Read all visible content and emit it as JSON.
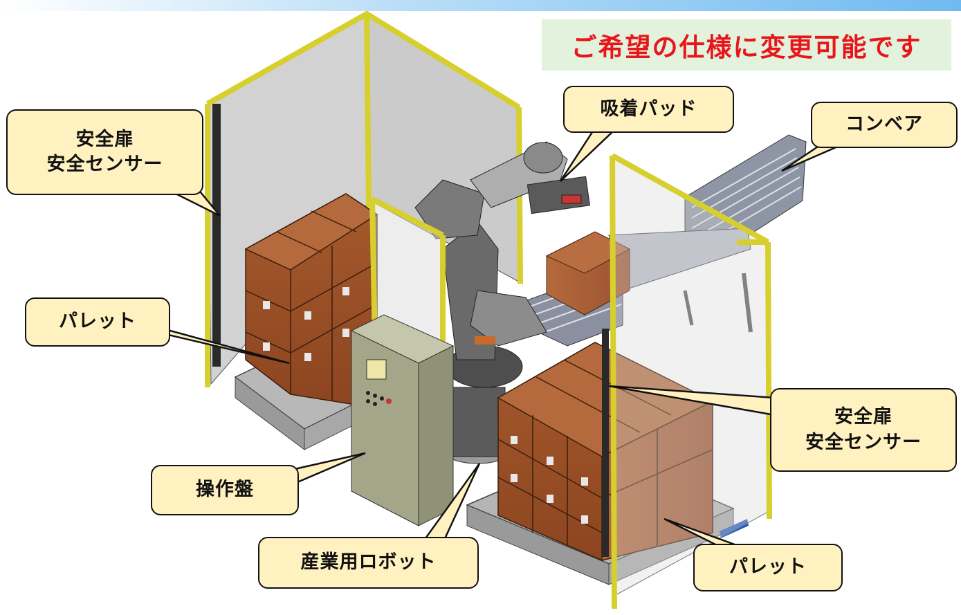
{
  "banner": {
    "text": "ご希望の仕様に変更可能です",
    "color": "#e8151b"
  },
  "labels": {
    "door_sensor_left": {
      "line1": "安全扉",
      "line2": "安全センサー"
    },
    "door_sensor_right": {
      "line1": "安全扉",
      "line2": "安全センサー"
    },
    "suction_pad": "吸着パッド",
    "conveyor": "コンベア",
    "pallet_left": "パレット",
    "pallet_right": "パレット",
    "control_panel": "操作盤",
    "industrial_robot": "産業用ロボット"
  },
  "colors": {
    "callout_fill": "#fff2c0",
    "frame": "#d6cf2e",
    "box": "#9a4e24",
    "panel": "#a3a689"
  }
}
